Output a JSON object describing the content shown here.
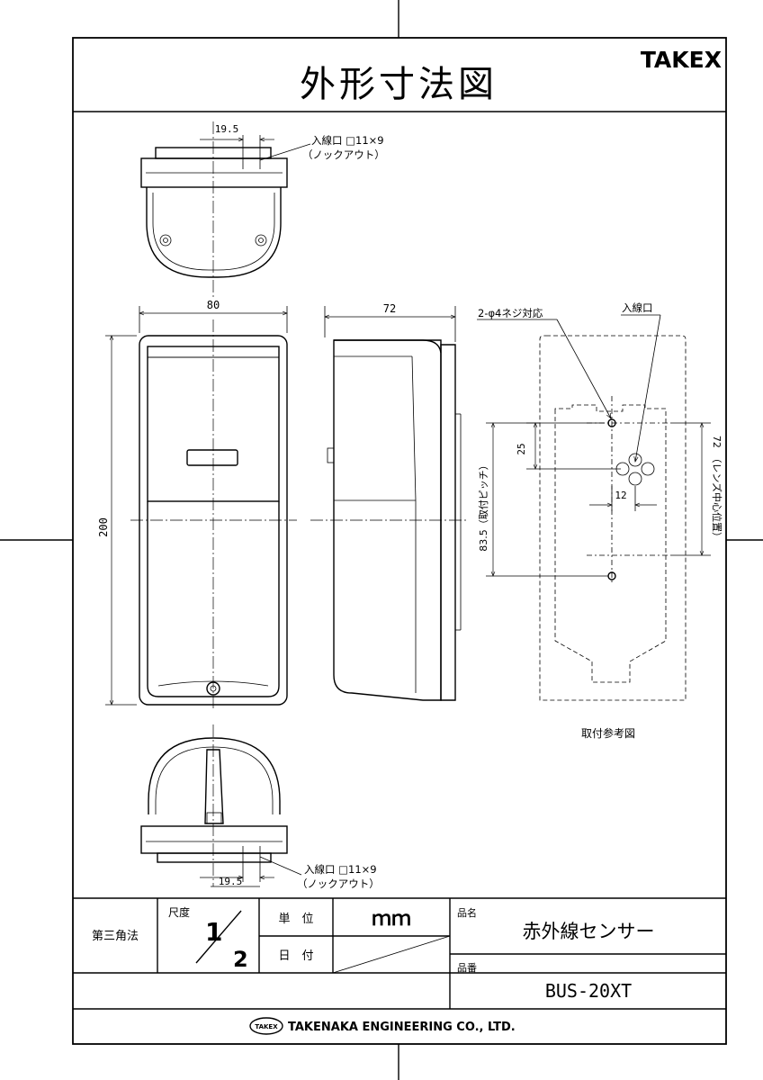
{
  "header": {
    "title": "外形寸法図",
    "brand": "TAKEX"
  },
  "top_view": {
    "dim_width": "19.5",
    "port_label": "入線口 □11×9",
    "port_sublabel": "（ノックアウト）"
  },
  "front_view": {
    "dim_width": "80",
    "dim_height": "200"
  },
  "side_view": {
    "dim_depth": "72"
  },
  "mount_ref": {
    "screw_label": "2-φ4ネジ対応",
    "inlet_label": "入線口",
    "dim_25": "25",
    "dim_12": "12",
    "dim_pitch": "83.5（取付ピッチ）",
    "dim_lens": "72　（レンズ中心位置）",
    "caption": "取付参考図"
  },
  "bottom_view": {
    "dim_width": "19.5",
    "port_label": "入線口 □11×9",
    "port_sublabel": "（ノックアウト）"
  },
  "title_block": {
    "projection": "第三角法",
    "scale_label": "尺度",
    "scale_num": "1",
    "scale_den": "2",
    "unit_label": "単　位",
    "unit_value": "ｍｍ",
    "date_label": "日　付",
    "name_label": "品名",
    "name_value": "赤外線センサー",
    "part_label": "品番",
    "part_value": "BUS-20XT",
    "company_logo": "TAKEX",
    "company": "TAKENAKA ENGINEERING CO., LTD."
  }
}
